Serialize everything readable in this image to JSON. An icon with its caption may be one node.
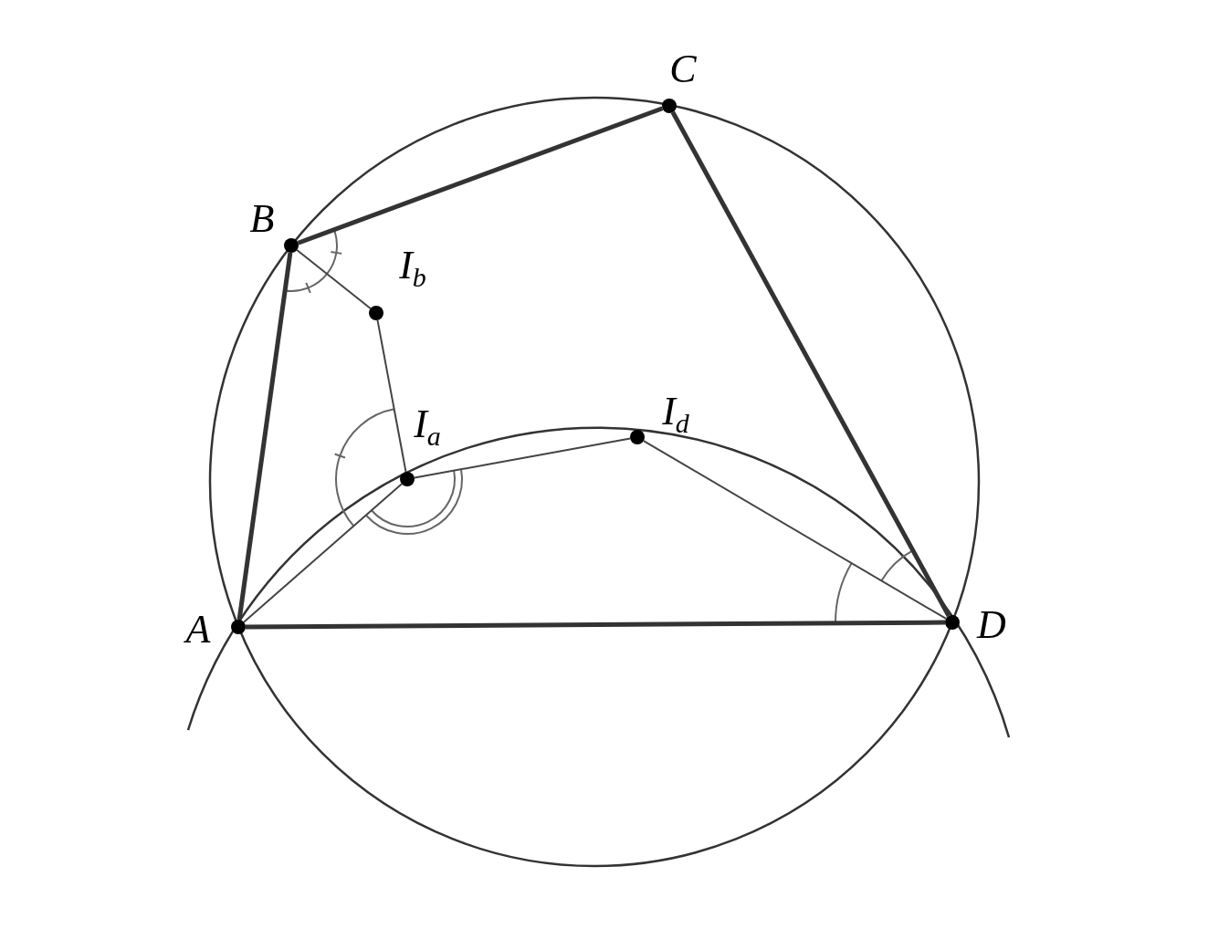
{
  "diagram": {
    "nodes": [
      {
        "text": [],
        "shape": "circle",
        "beside": [
          "C"
        ]
      },
      {
        "text": [],
        "shape": "circle",
        "beside": [
          "B"
        ]
      },
      {
        "text": [],
        "shape": "circle",
        "beside": [
          "I$_{b}$"
        ]
      },
      {
        "text": [],
        "shape": "circle",
        "beside": [
          "I$_{d}$"
        ]
      },
      {
        "text": [],
        "shape": "circle",
        "beside": [
          "I$_{a}$"
        ]
      },
      {
        "text": [],
        "shape": "circle",
        "beside": [
          "D"
        ]
      },
      {
        "text": [],
        "shape": "circle",
        "beside": [
          "A"
        ]
      }
    ],
    "edges": [
      {
        "from": 1,
        "to": 0,
        "arrow": "none",
        "style": "thick"
      },
      {
        "from": 0,
        "to": 5,
        "arrow": "none",
        "style": "thick"
      },
      {
        "from": 6,
        "to": 5,
        "arrow": "none",
        "style": "thick"
      },
      {
        "from": 6,
        "to": 1,
        "arrow": "none",
        "style": "thick"
      },
      {
        "from": 1,
        "to": 2,
        "arrow": "none"
      },
      {
        "from": 2,
        "to": 4,
        "arrow": "none"
      },
      {
        "from": 6,
        "to": 4,
        "arrow": "none"
      },
      {
        "from": 4,
        "to": 3,
        "arrow": "none"
      },
      {
        "from": 3,
        "to": 5,
        "arrow": "none"
      }
    ]
  }
}
